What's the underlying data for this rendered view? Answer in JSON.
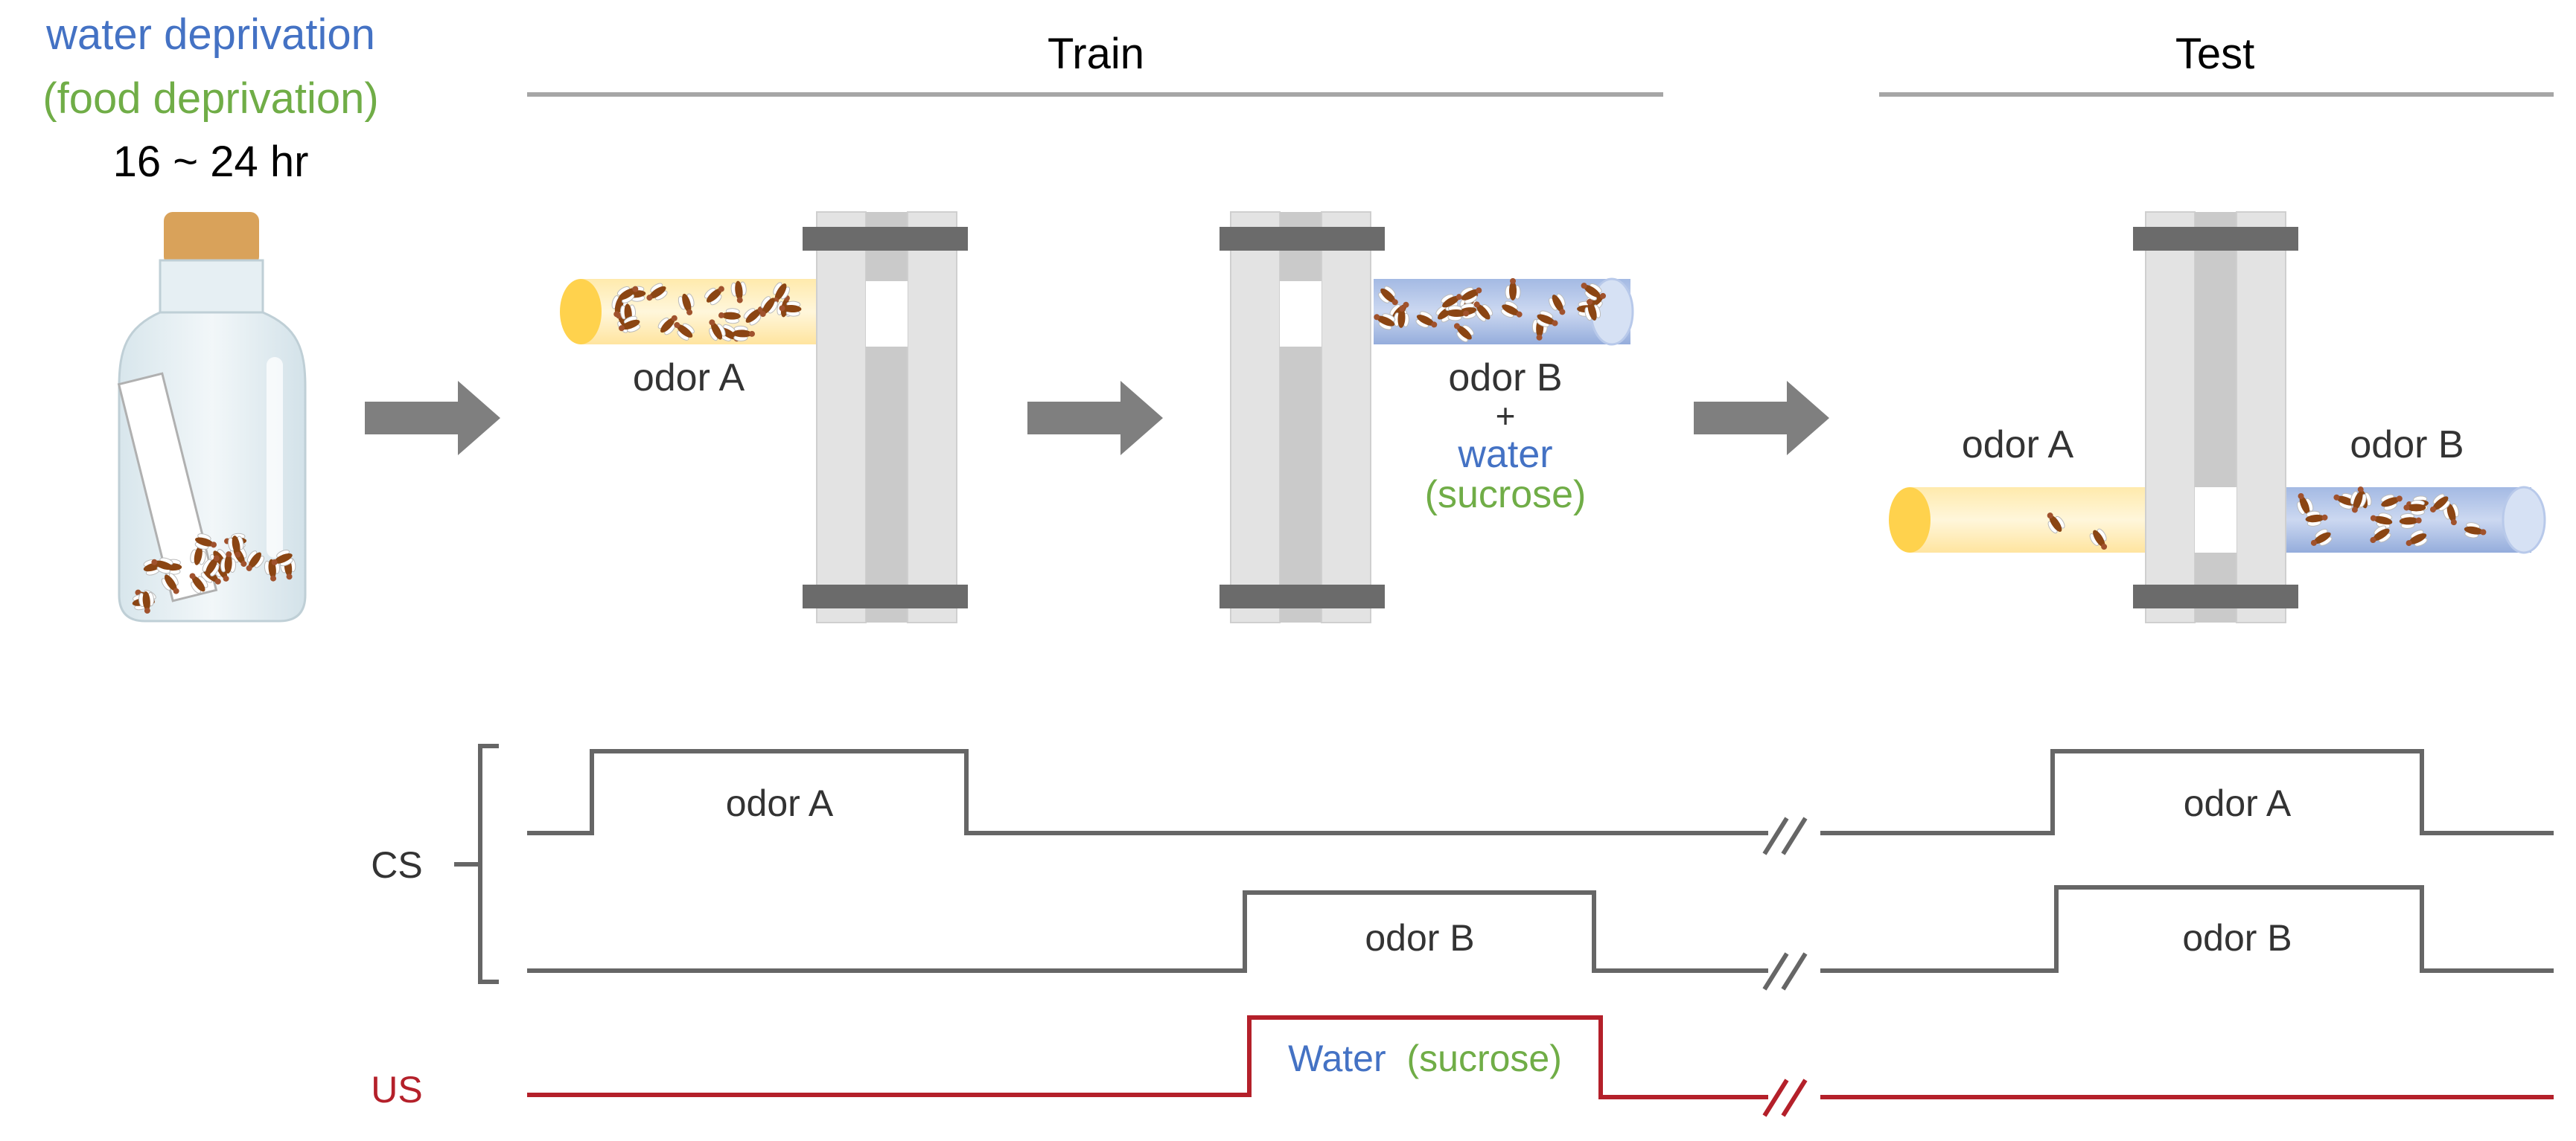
{
  "deprivation": {
    "line1": "water deprivation",
    "line2": "(food  deprivation)",
    "duration": "16 ~ 24 hr"
  },
  "phases": {
    "train": "Train",
    "test": "Test"
  },
  "training": {
    "step1_label": "odor A",
    "step2_label_odor": "odor B",
    "step2_label_plus": "+",
    "step2_label_water": "water",
    "step2_label_sucrose": "(sucrose)"
  },
  "test_labels": {
    "left": "odor A",
    "right": "odor B"
  },
  "timeline": {
    "cs_label": "CS",
    "us_label": "US",
    "train_odor_a": "odor A",
    "train_odor_b": "odor B",
    "us_water": "Water",
    "us_sucrose": "(sucrose)",
    "test_odor_a": "odor A",
    "test_odor_b": "odor B"
  },
  "colors": {
    "water_blue": "#4472C4",
    "food_green": "#70AD47",
    "us_red": "#B4202A",
    "trace_gray": "#666666",
    "arrow_gray": "#7F7F7F",
    "odor_a_yellow": "#FFD966",
    "odor_b_blue": "#8EA9DB",
    "fly_brown": "#8B4513"
  }
}
